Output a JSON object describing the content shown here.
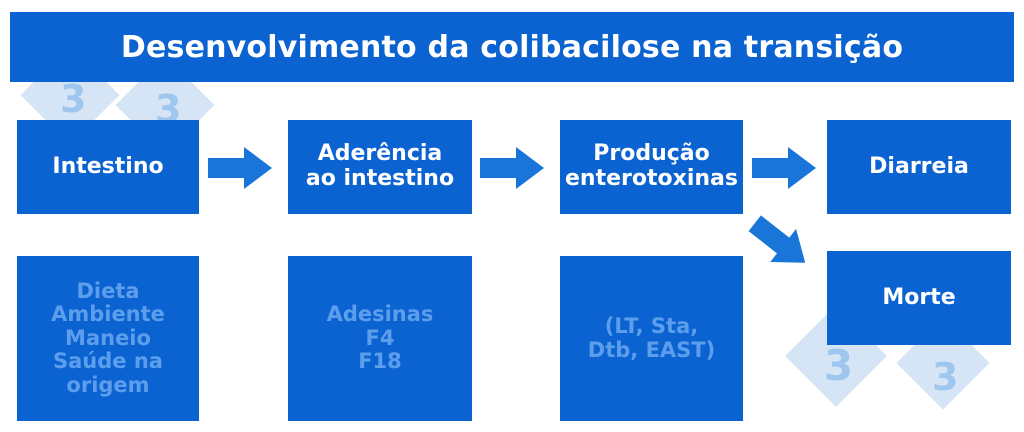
{
  "title": "Desenvolvimento da colibacilose na transição",
  "stages": [
    {
      "label": "Intestino"
    },
    {
      "label": "Aderência\nao intestino"
    },
    {
      "label": "Produção\nenterotoxinas"
    },
    {
      "label": "Diarreia"
    },
    {
      "label": "Morte"
    }
  ],
  "details": [
    {
      "text": "Dieta\nAmbiente\nManeio\nSaúde na\norigem"
    },
    {
      "text": "Adesinas\nF4\nF18"
    },
    {
      "text": "(LT, Sta,\nDtb, EAST)"
    }
  ],
  "watermark": {
    "digits": [
      "3",
      "3",
      "3",
      "3"
    ]
  },
  "colors": {
    "box": "#0b63d2",
    "arrow": "#1a75d8",
    "watermark": "#cfe1f4",
    "faded_text": "#78b2f4"
  }
}
